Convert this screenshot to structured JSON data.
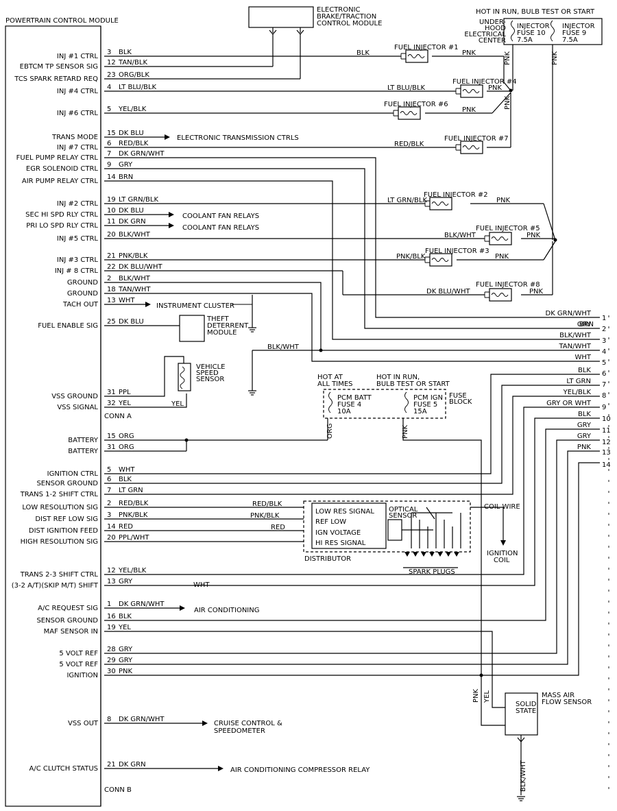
{
  "pcm": {
    "title": "POWERTRAIN CONTROL MODULE",
    "conn_a": "CONN A",
    "conn_b": "CONN B",
    "pins": [
      {
        "label": "INJ #1 CTRL",
        "pin": "3",
        "wire": "BLK"
      },
      {
        "label": "EBTCM TP SENSOR SIG",
        "pin": "12",
        "wire": "TAN/BLK"
      },
      {
        "label": "TCS SPARK RETARD REQ",
        "pin": "23",
        "wire": "ORG/BLK"
      },
      {
        "label": "INJ #4 CTRL",
        "pin": "4",
        "wire": "LT BLU/BLK"
      },
      {
        "label": "INJ #6 CTRL",
        "pin": "5",
        "wire": "YEL/BLK"
      },
      {
        "label": "TRANS MODE",
        "pin": "15",
        "wire": "DK BLU"
      },
      {
        "label": "INJ #7 CTRL",
        "pin": "6",
        "wire": "RED/BLK"
      },
      {
        "label": "FUEL PUMP RELAY CTRL",
        "pin": "7",
        "wire": "DK GRN/WHT"
      },
      {
        "label": "EGR SOLENOID CTRL",
        "pin": "9",
        "wire": "GRY"
      },
      {
        "label": "AIR PUMP RELAY CTRL",
        "pin": "14",
        "wire": "BRN"
      },
      {
        "label": "INJ #2 CTRL",
        "pin": "19",
        "wire": "LT GRN/BLK"
      },
      {
        "label": "SEC HI SPD RLY CTRL",
        "pin": "10",
        "wire": "DK BLU"
      },
      {
        "label": "PRI LO SPD RLY CTRL",
        "pin": "11",
        "wire": "DK GRN"
      },
      {
        "label": "INJ #5 CTRL",
        "pin": "20",
        "wire": "BLK/WHT"
      },
      {
        "label": "INJ #3 CTRL",
        "pin": "21",
        "wire": "PNK/BLK"
      },
      {
        "label": "INJ # 8 CTRL",
        "pin": "22",
        "wire": "DK BLU/WHT"
      },
      {
        "label": "GROUND",
        "pin": "2",
        "wire": "BLK/WHT"
      },
      {
        "label": "GROUND",
        "pin": "18",
        "wire": "TAN/WHT"
      },
      {
        "label": "TACH OUT",
        "pin": "13",
        "wire": "WHT"
      },
      {
        "label": "FUEL ENABLE SIG",
        "pin": "25",
        "wire": "DK BLU"
      },
      {
        "label": "VSS GROUND",
        "pin": "31",
        "wire": "PPL"
      },
      {
        "label": "VSS SIGNAL",
        "pin": "32",
        "wire": "YEL"
      },
      {
        "label": "BATTERY",
        "pin": "15",
        "wire": "ORG"
      },
      {
        "label": "BATTERY",
        "pin": "31",
        "wire": "ORG"
      },
      {
        "label": "IGNITION CTRL",
        "pin": "5",
        "wire": "WHT"
      },
      {
        "label": "SENSOR GROUND",
        "pin": "6",
        "wire": "BLK"
      },
      {
        "label": "TRANS 1-2 SHIFT CTRL",
        "pin": "7",
        "wire": "LT GRN"
      },
      {
        "label": "LOW RESOLUTION SIG",
        "pin": "2",
        "wire": "RED/BLK"
      },
      {
        "label": "DIST REF LOW SIG",
        "pin": "3",
        "wire": "PNK/BLK"
      },
      {
        "label": "DIST IGNITION FEED",
        "pin": "14",
        "wire": "RED"
      },
      {
        "label": "HIGH RESOLUTION SIG",
        "pin": "20",
        "wire": "PPL/WHT"
      },
      {
        "label": "TRANS 2-3 SHIFT CTRL",
        "pin": "12",
        "wire": "YEL/BLK"
      },
      {
        "label": "(3-2 A/T)(SKIP M/T) SHIFT",
        "pin": "13",
        "wire": "GRY"
      },
      {
        "label": "A/C REQUEST SIG",
        "pin": "1",
        "wire": "DK GRN/WHT"
      },
      {
        "label": "SENSOR GROUND",
        "pin": "16",
        "wire": "BLK"
      },
      {
        "label": "MAF SENSOR IN",
        "pin": "19",
        "wire": "YEL"
      },
      {
        "label": "5 VOLT REF",
        "pin": "28",
        "wire": "GRY"
      },
      {
        "label": "5 VOLT REF",
        "pin": "29",
        "wire": "GRY"
      },
      {
        "label": "IGNITION",
        "pin": "30",
        "wire": "PNK"
      },
      {
        "label": "VSS OUT",
        "pin": "8",
        "wire": "DK GRN/WHT"
      },
      {
        "label": "A/C CLUTCH STATUS",
        "pin": "21",
        "wire": "DK GRN"
      }
    ]
  },
  "top": {
    "ebtcm": [
      "ELECTRONIC",
      "BRAKE/TRACTION",
      "CONTROL MODULE"
    ],
    "hot_in_run": "HOT IN RUN, BULB TEST OR START",
    "underhood": [
      "UNDER-",
      "HOOD",
      "ELECTRICAL",
      "CENTER"
    ],
    "fuse10": [
      "INJECTOR",
      "FUSE 10",
      "7.5A"
    ],
    "fuse9": [
      "INJECTOR",
      "FUSE 9",
      "7.5A"
    ]
  },
  "injectors": {
    "inj1": "FUEL INJECTOR #1",
    "inj4": "FUEL INJECTOR #4",
    "inj6": "FUEL INJECTOR #6",
    "inj7": "FUEL INJECTOR #7",
    "inj2": "FUEL INJECTOR #2",
    "inj5": "FUEL INJECTOR #5",
    "inj3": "FUEL INJECTOR #3",
    "inj8": "FUEL INJECTOR #8"
  },
  "wires": {
    "blk": "BLK",
    "pnk": "PNK",
    "lt_blu_blk": "LT BLU/BLK",
    "red_blk": "RED/BLK",
    "lt_grn_blk": "LT GRN/BLK",
    "blk_wht": "BLK/WHT",
    "pnk_blk": "PNK/BLK",
    "dk_blu_wht": "DK BLU/WHT",
    "yel": "YEL",
    "org": "ORG",
    "red": "RED",
    "wht": "WHT"
  },
  "destinations": {
    "trans": "ELECTRONIC TRANSMISSION CTRLS",
    "coolant1": "COOLANT FAN RELAYS",
    "coolant2": "COOLANT FAN RELAYS",
    "cluster": "INSTRUMENT CLUSTER",
    "theft": [
      "THEFT",
      "DETERRENT",
      "MODULE"
    ],
    "vss": [
      "VEHICLE",
      "SPEED",
      "SENSOR"
    ],
    "ac": "AIR CONDITIONING",
    "cruise": [
      "CRUISE CONTROL &",
      "SPEEDOMETER"
    ],
    "compressor": "AIR CONDITIONING COMPRESSOR RELAY"
  },
  "fuse_block": {
    "hot_at": [
      "HOT AT",
      "ALL TIMES"
    ],
    "hot_run": [
      "HOT IN RUN,",
      "BULB TEST OR START"
    ],
    "title": [
      "FUSE",
      "BLOCK"
    ],
    "batt": [
      "PCM BATT",
      "FUSE 4",
      "10A"
    ],
    "ign": [
      "PCM IGN",
      "FUSE 5",
      "15A"
    ]
  },
  "distributor": {
    "signals": [
      "LOW RES SIGNAL",
      "REF LOW",
      "IGN VOLTAGE",
      "HI RES SIGNAL"
    ],
    "optical": [
      "OPTICAL",
      "SENSOR"
    ],
    "label": "DISTRIBUTOR",
    "coil_wire": "COIL WIRE",
    "coil": [
      "IGNITION",
      "COIL"
    ],
    "plugs": "SPARK PLUGS"
  },
  "maf": {
    "title": [
      "MASS AIR",
      "FLOW SENSOR"
    ],
    "solid": [
      "SOLID",
      "STATE"
    ]
  },
  "connector": {
    "rows": [
      {
        "n": "1",
        "wire": "DK GRN/WHT"
      },
      {
        "n": "2",
        "wire": "GRY"
      },
      {
        "n": "2",
        "wire": "BRN"
      },
      {
        "n": "3",
        "wire": "BLK/WHT"
      },
      {
        "n": "4",
        "wire": "TAN/WHT"
      },
      {
        "n": "5",
        "wire": "WHT"
      },
      {
        "n": "6",
        "wire": "BLK"
      },
      {
        "n": "7",
        "wire": "LT GRN"
      },
      {
        "n": "8",
        "wire": "YEL/BLK"
      },
      {
        "n": "9",
        "wire": "GRY OR WHT"
      },
      {
        "n": "10",
        "wire": "BLK"
      },
      {
        "n": "11",
        "wire": "GRY"
      },
      {
        "n": "12",
        "wire": "GRY"
      },
      {
        "n": "13",
        "wire": "PNK"
      },
      {
        "n": "14",
        "wire": ""
      }
    ]
  }
}
